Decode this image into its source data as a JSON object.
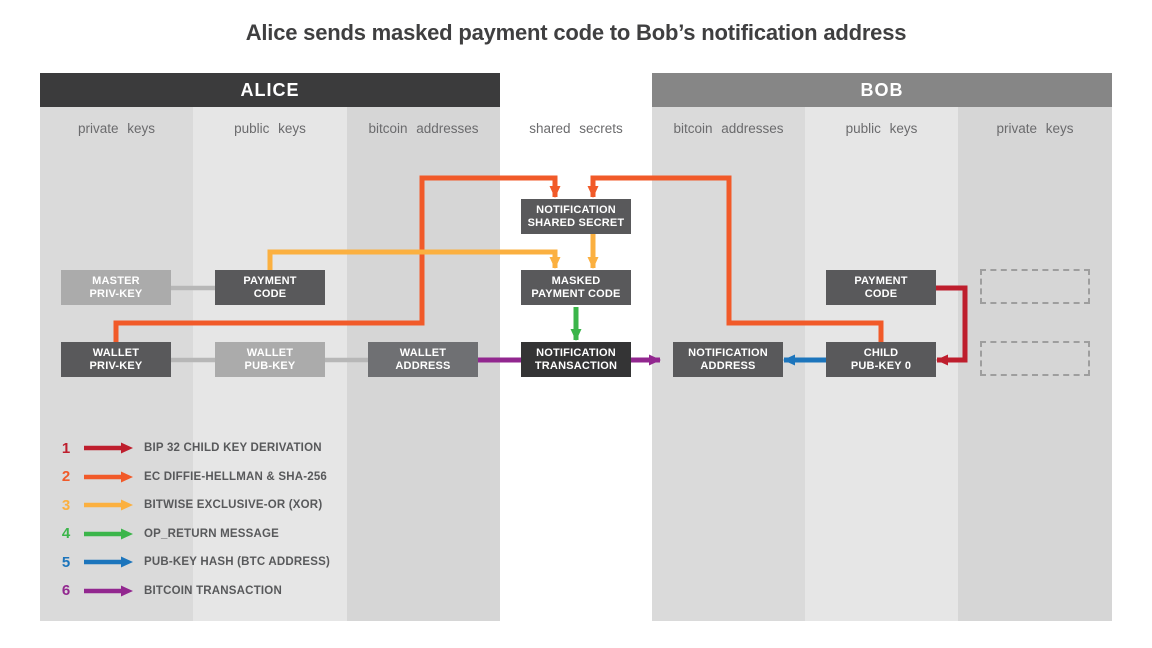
{
  "title": "Alice sends masked payment code to Bob’s notification address",
  "alice": {
    "header": "ALICE",
    "columns": [
      "private keys",
      "public keys",
      "bitcoin addresses"
    ]
  },
  "bob": {
    "header": "BOB",
    "columns": [
      "bitcoin addresses",
      "public keys",
      "private keys"
    ]
  },
  "shared_column_label": "shared secrets",
  "boxes": {
    "master_priv_key": {
      "line1": "MASTER",
      "line2": "PRIV-KEY"
    },
    "payment_code_alice": {
      "line1": "PAYMENT",
      "line2": "CODE"
    },
    "wallet_priv_key": {
      "line1": "WALLET",
      "line2": "PRIV-KEY"
    },
    "wallet_pub_key": {
      "line1": "WALLET",
      "line2": "PUB-KEY"
    },
    "wallet_address": {
      "line1": "WALLET",
      "line2": "ADDRESS"
    },
    "notification_shared_secret": {
      "line1": "NOTIFICATION",
      "line2": "SHARED SECRET"
    },
    "masked_payment_code": {
      "line1": "MASKED",
      "line2": "PAYMENT CODE"
    },
    "notification_transaction": {
      "line1": "NOTIFICATION",
      "line2": "TRANSACTION"
    },
    "notification_address": {
      "line1": "NOTIFICATION",
      "line2": "ADDRESS"
    },
    "child_pub_key_0": {
      "line1": "CHILD",
      "line2": "PUB-KEY 0"
    },
    "payment_code_bob": {
      "line1": "PAYMENT",
      "line2": "CODE"
    }
  },
  "legend": {
    "items": [
      {
        "num": "1",
        "label": "BIP 32 CHILD KEY DERIVATION",
        "color": "#be1e2d"
      },
      {
        "num": "2",
        "label": "EC DIFFIE-HELLMAN & SHA-256",
        "color": "#f15a29"
      },
      {
        "num": "3",
        "label": "BITWISE EXCLUSIVE-OR (XOR)",
        "color": "#fbb040"
      },
      {
        "num": "4",
        "label": "OP_RETURN MESSAGE",
        "color": "#3bb54a"
      },
      {
        "num": "5",
        "label": "PUB-KEY HASH (BTC ADDRESS)",
        "color": "#1c75bc"
      },
      {
        "num": "6",
        "label": "BITCOIN TRANSACTION",
        "color": "#92278f"
      }
    ]
  },
  "arrows": [
    {
      "op": "1",
      "from": "payment_code_bob",
      "to": "child_pub_key_0"
    },
    {
      "op": "2",
      "from": "wallet_priv_key",
      "to": "notification_shared_secret"
    },
    {
      "op": "2",
      "from": "child_pub_key_0",
      "to": "notification_shared_secret"
    },
    {
      "op": "3",
      "from": "payment_code_alice",
      "to": "masked_payment_code"
    },
    {
      "op": "3",
      "from": "notification_shared_secret",
      "to": "masked_payment_code"
    },
    {
      "op": "4",
      "from": "masked_payment_code",
      "to": "notification_transaction"
    },
    {
      "op": "5",
      "from": "child_pub_key_0",
      "to": "notification_address"
    },
    {
      "op": "6",
      "from": "notification_transaction",
      "to": "notification_address"
    }
  ],
  "colors": {
    "alice_header_bg": "#3b3b3c",
    "bob_header_bg": "#868686",
    "header_text": "#ffffff",
    "column_dark": "#dadada",
    "column_light": "#e6e6e6",
    "column_darker": "#d6d6d6",
    "column_label_text": "#6b6b6d",
    "title_text": "#3f3f40",
    "legend_label_text": "#58595b",
    "box_dark": "#59595b",
    "box_light": "#ababab",
    "box_medium": "#6f7073",
    "box_darkest": "#343435",
    "box_text": "#ffffff",
    "connector": "#b7b7b7",
    "dashed_border": "#9e9e9e"
  }
}
